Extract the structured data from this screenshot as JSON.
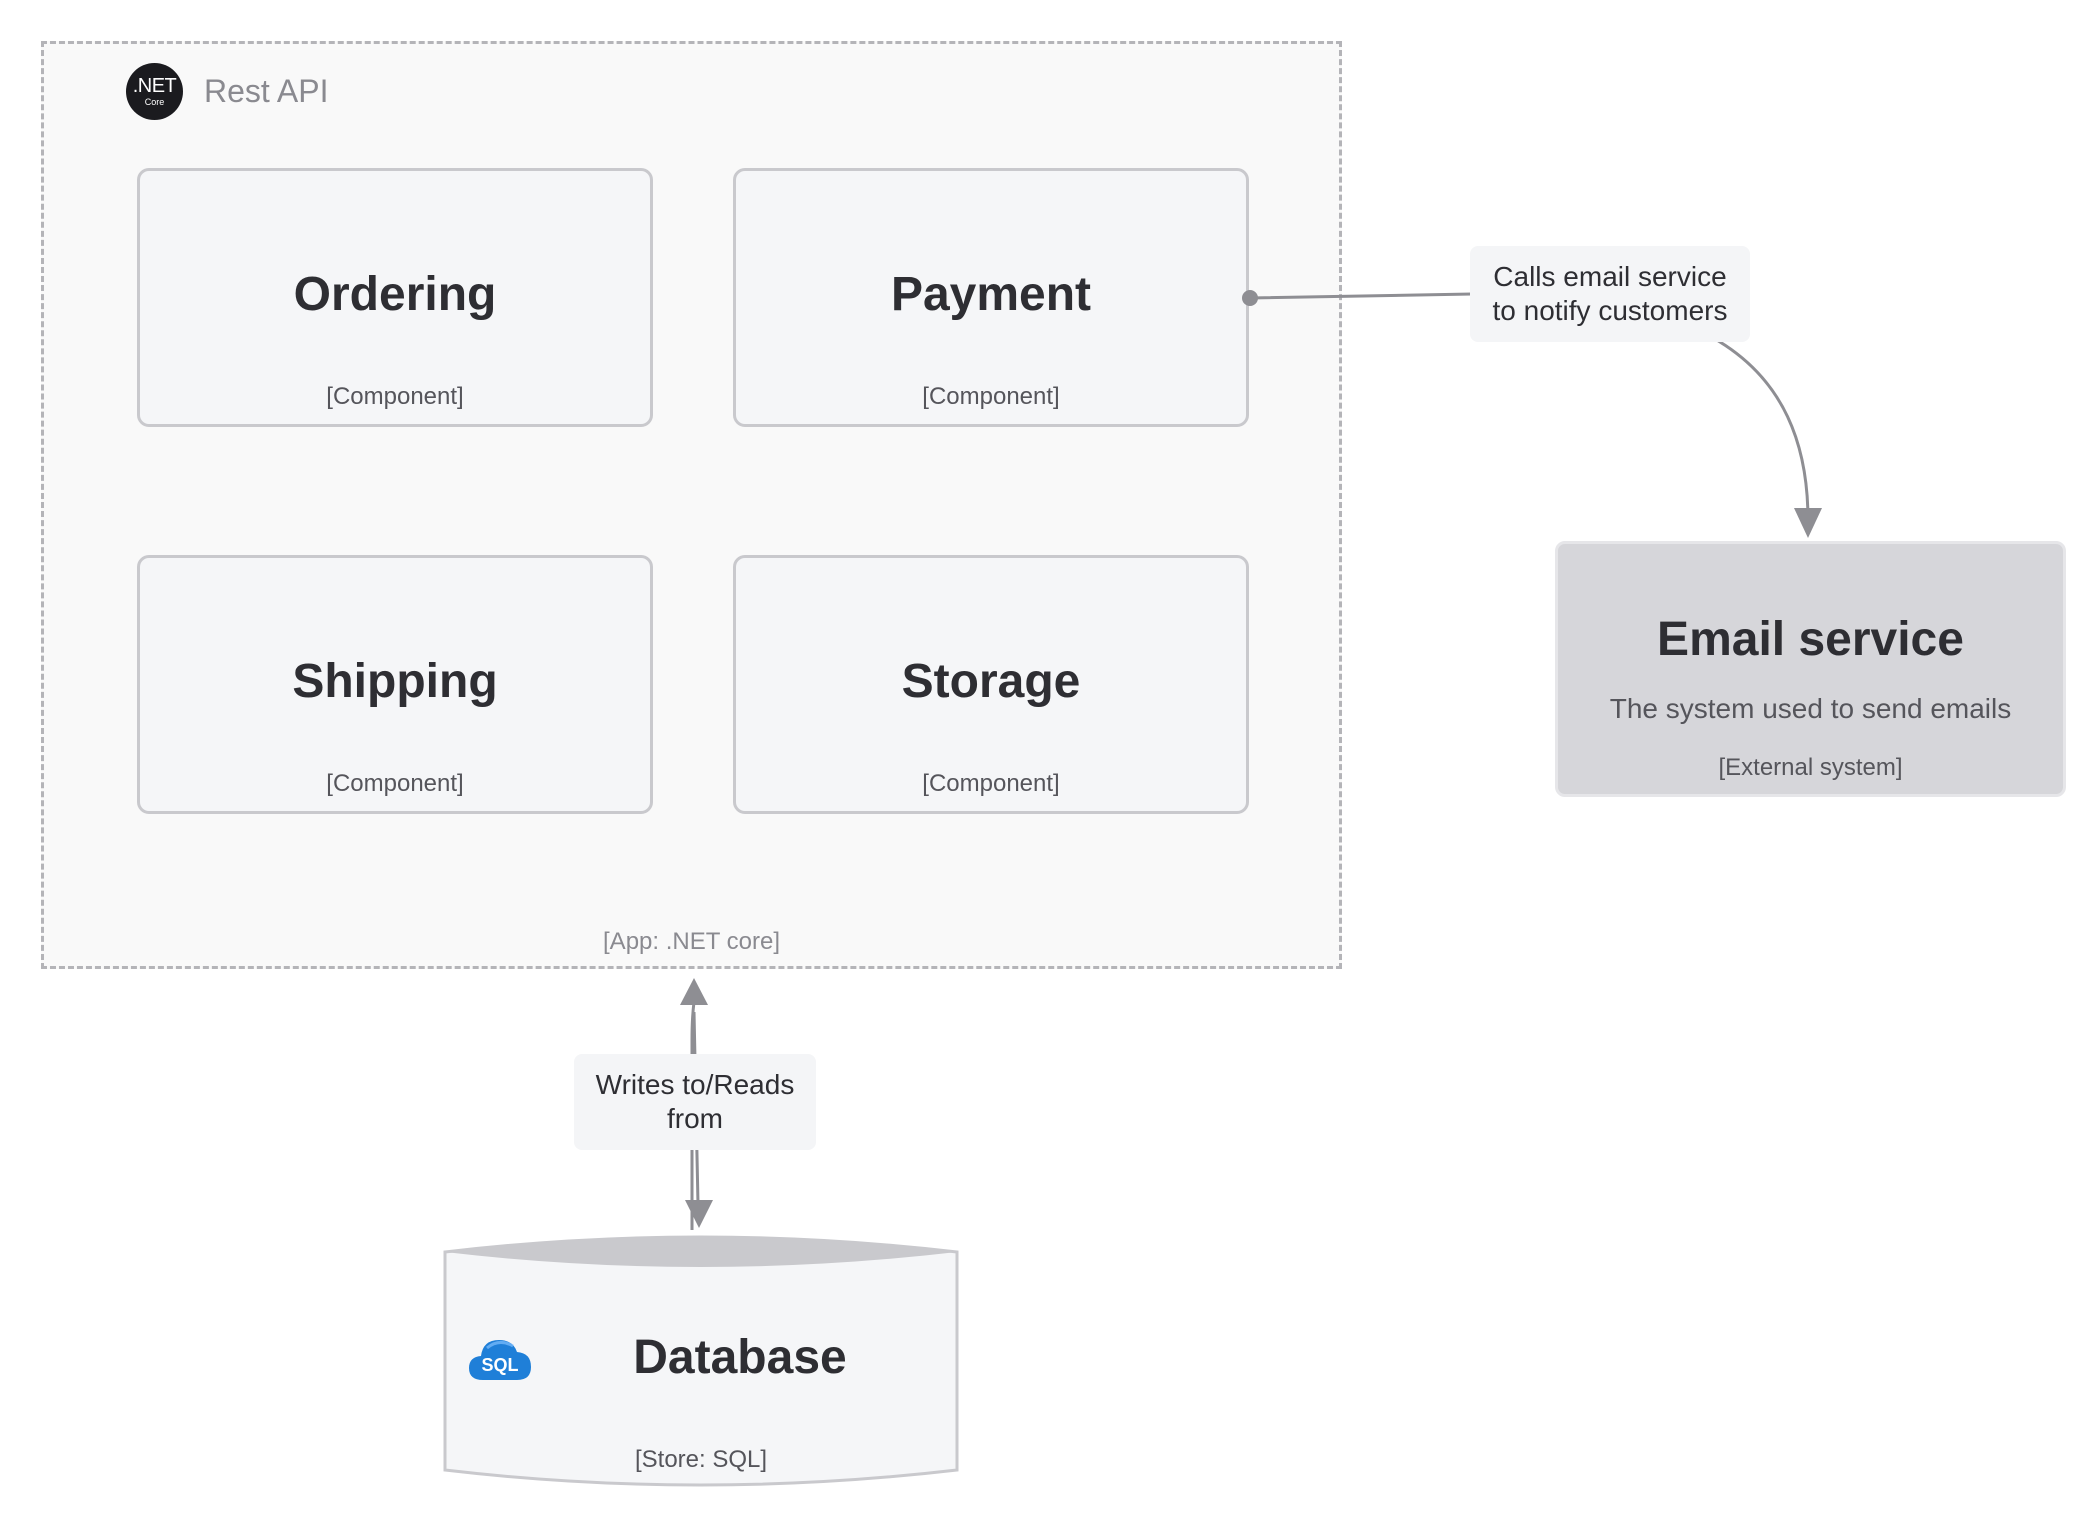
{
  "boundary": {
    "title": "Rest API",
    "logo_text": ".NET",
    "logo_subtext": "Core",
    "technology": "[App: .NET core]"
  },
  "components": [
    {
      "name": "Ordering",
      "tech": "[Component]"
    },
    {
      "name": "Payment",
      "tech": "[Component]"
    },
    {
      "name": "Shipping",
      "tech": "[Component]"
    },
    {
      "name": "Storage",
      "tech": "[Component]"
    }
  ],
  "external": {
    "name": "Email service",
    "description": "The system used to send emails",
    "tech": "[External system]"
  },
  "database": {
    "name": "Database",
    "tech": "[Store: SQL]",
    "icon_text": "SQL"
  },
  "edges": {
    "payment_to_email": {
      "line1": "Calls email service",
      "line2": "to notify customers"
    },
    "api_to_db": {
      "line1": "Writes to/Reads",
      "line2": "from"
    }
  },
  "colors": {
    "boundary_border": "#b4b4b8",
    "component_fill": "#f5f6f8",
    "external_fill": "#d6d6da",
    "edge": "#8e8e93",
    "sql_icon": "#1f7fd8"
  },
  "icons": {
    "boundary_logo": "dotnet-core-icon",
    "database_logo": "azure-sql-cloud-icon"
  }
}
